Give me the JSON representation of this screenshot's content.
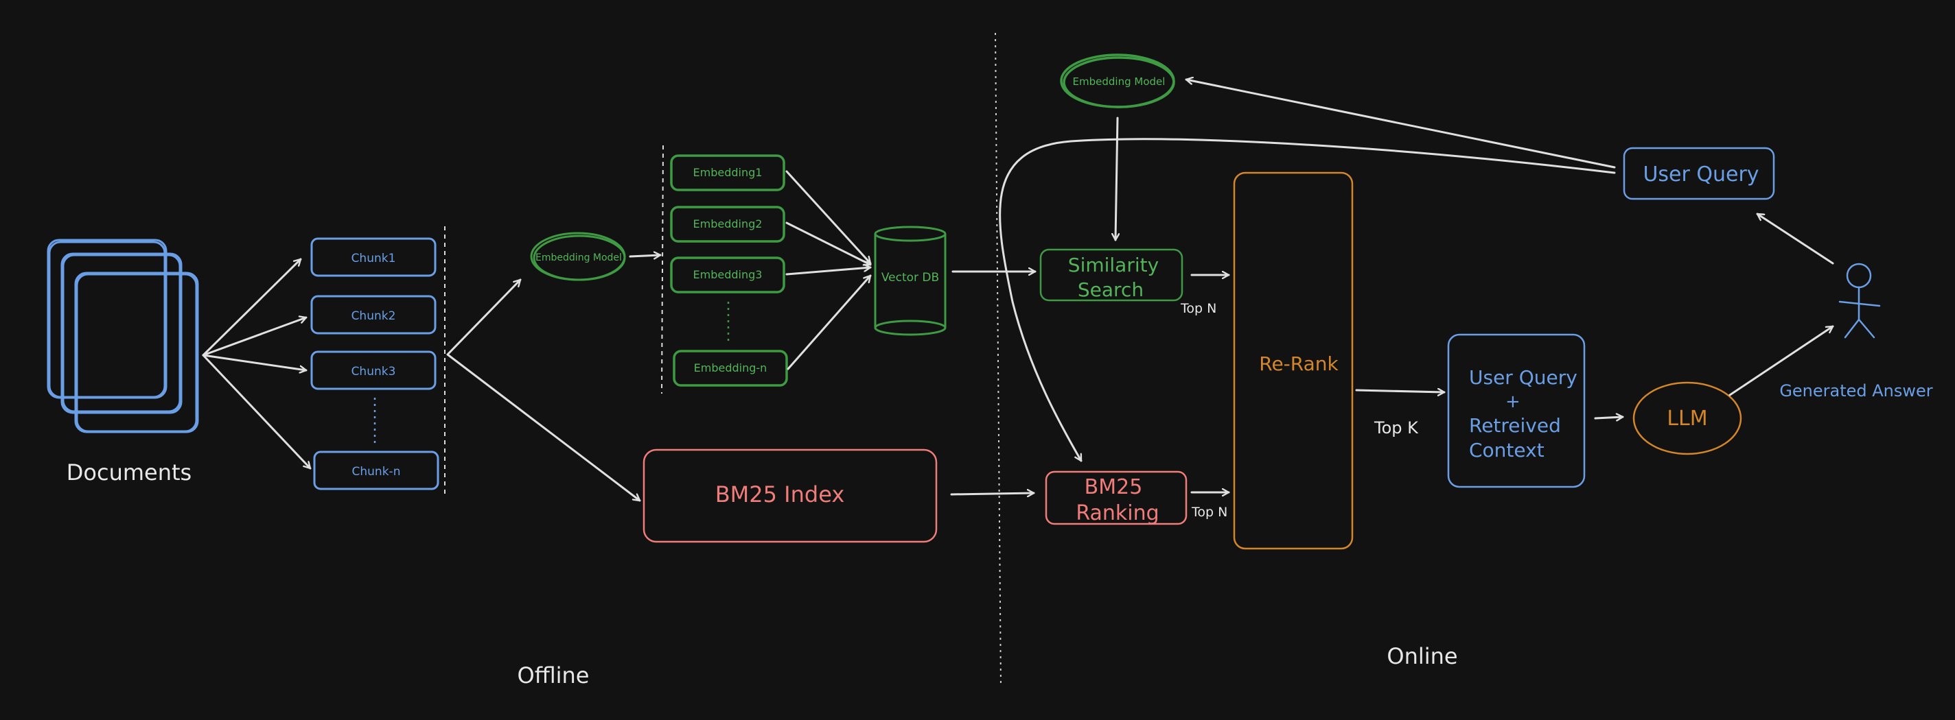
{
  "colors": {
    "background": "#121212",
    "blue": "#6a9fe6",
    "green": "#3f9a44",
    "green_text": "#54b45a",
    "salmon": "#ef7d7a",
    "orange": "#d4862a",
    "white": "#e8e8e8",
    "arrow": "#e0e0e0"
  },
  "offline": {
    "section_label": "Offline",
    "documents_label": "Documents",
    "chunks": [
      "Chunk1",
      "Chunk2",
      "Chunk3",
      "Chunk-n"
    ],
    "embedding_model": "Embedding Model",
    "embeddings": [
      "Embedding1",
      "Embedding2",
      "Embedding3",
      "Embedding-n"
    ],
    "vector_db": "Vector DB",
    "bm25_index": "BM25 Index"
  },
  "online": {
    "section_label": "Online",
    "embedding_model": "Embedding Model",
    "user_query": "User Query",
    "similarity_search": [
      "Similarity",
      "Search"
    ],
    "bm25_ranking": [
      "BM25",
      "Ranking"
    ],
    "top_n_similarity": "Top N",
    "top_n_bm25": "Top N",
    "rerank": "Re-Rank",
    "top_k": "Top K",
    "context": [
      "User Query",
      "+",
      "Retreived",
      "Context"
    ],
    "llm": "LLM",
    "generated_answer": "Generated Answer"
  }
}
